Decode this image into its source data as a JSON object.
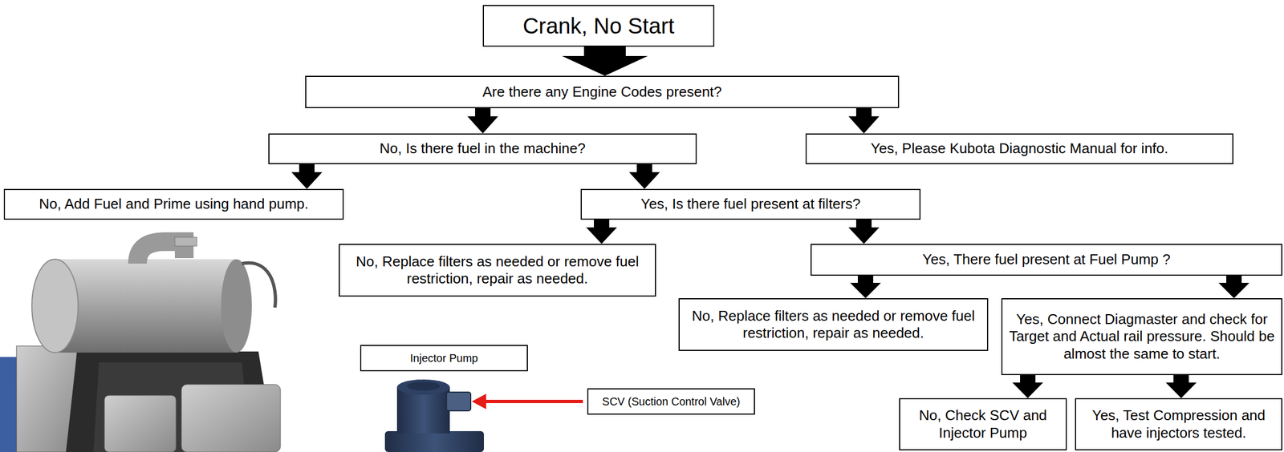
{
  "diagram": {
    "nodes": [
      {
        "text": [
          "Crank, No Start"
        ]
      },
      {
        "text": [
          "Are there any Engine Codes present?"
        ]
      },
      {
        "text": [
          "No, Is there fuel in the machine?"
        ]
      },
      {
        "text": [
          "Yes, Please Kubota Diagnostic Manual for info."
        ]
      },
      {
        "text": [
          "No, Add Fuel and Prime using hand pump."
        ]
      },
      {
        "text": [
          "Yes, Is there fuel present at filters?"
        ]
      },
      {
        "text": [
          "No, Replace filters as needed or remove fuel restriction, repair as needed."
        ]
      },
      {
        "text": [
          "Yes, There fuel present at Fuel Pump ?"
        ]
      },
      {
        "text": [
          "No, Replace filters as needed or remove fuel restriction, repair as needed."
        ]
      },
      {
        "text": [
          "Yes, Connect Diagmaster and check for Target and Actual rail pressure. Should be almost the same to start."
        ]
      },
      {
        "text": [
          "No, Check SCV and Injector Pump"
        ]
      },
      {
        "text": [
          "Yes, Test Compression and have injectors tested."
        ]
      },
      {
        "text": [
          "Injector Pump"
        ]
      },
      {
        "text": [
          "SCV (Suction Control Valve)"
        ]
      }
    ],
    "edges": [
      {
        "from": 0,
        "to": 1,
        "arrow": "to"
      },
      {
        "from": 1,
        "to": 2,
        "arrow": "to"
      },
      {
        "from": 1,
        "to": 3,
        "arrow": "to"
      },
      {
        "from": 2,
        "to": 4,
        "arrow": "to"
      },
      {
        "from": 2,
        "to": 5,
        "arrow": "to"
      },
      {
        "from": 5,
        "to": 6,
        "arrow": "to"
      },
      {
        "from": 5,
        "to": 7,
        "arrow": "to"
      },
      {
        "from": 7,
        "to": 8,
        "arrow": "to"
      },
      {
        "from": 7,
        "to": 9,
        "arrow": "to"
      },
      {
        "from": 9,
        "to": 10,
        "arrow": "to"
      },
      {
        "from": 9,
        "to": 11,
        "arrow": "to"
      }
    ]
  }
}
